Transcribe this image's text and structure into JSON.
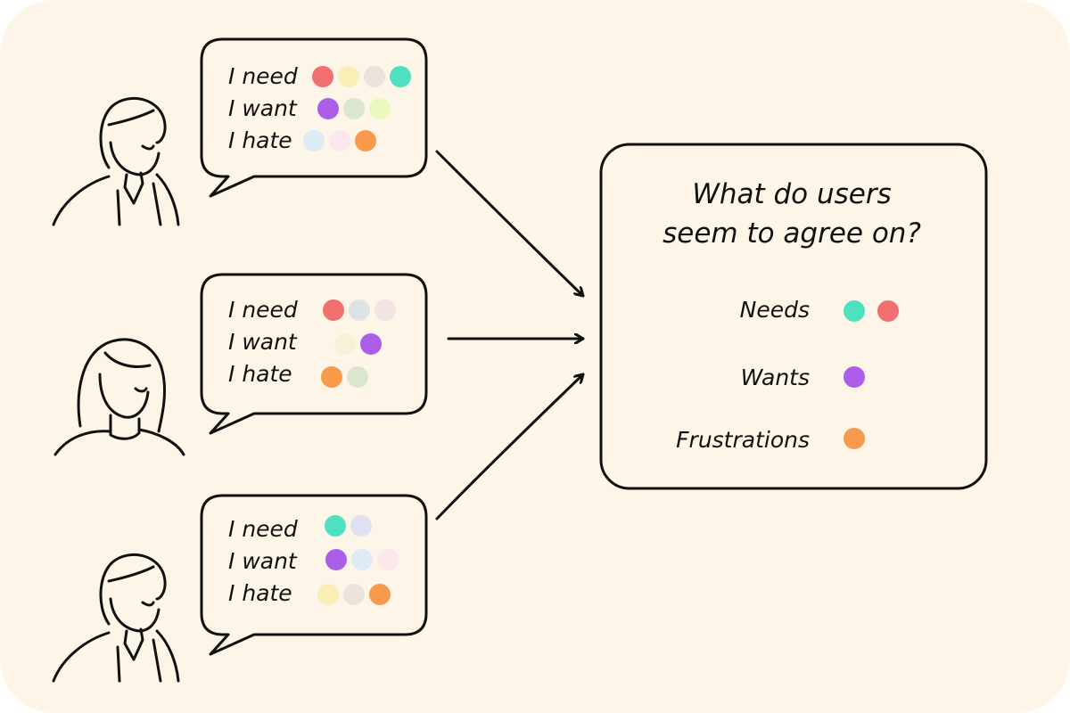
{
  "colors": {
    "background": "#fdf6e8",
    "stroke": "#111111",
    "red": "#f26f6f",
    "cream": "#f9eeb4",
    "beige": "#ece3dc",
    "teal": "#4fe0bf",
    "purple": "#ad5ee8",
    "sage": "#d9e8cc",
    "lime": "#eaf9bd",
    "lightblue": "#dcebf4",
    "pink": "#fbe7ec",
    "orange": "#f79a4b",
    "gray": "#dde2e5",
    "blush": "#f3e3e4",
    "ivory": "#f7f2d7",
    "lavender": "#dfe1f2"
  },
  "users": [
    {
      "avatar": "male-user-icon",
      "rows": [
        {
          "label": "I need",
          "dots": [
            "red",
            "cream",
            "beige",
            "teal"
          ]
        },
        {
          "label": "I want",
          "dots": [
            "purple",
            "sage",
            "lime"
          ]
        },
        {
          "label": "I hate",
          "dots": [
            "lightblue",
            "pink",
            "orange"
          ]
        }
      ]
    },
    {
      "avatar": "female-user-icon",
      "rows": [
        {
          "label": "I need",
          "dots": [
            "red",
            "gray",
            "blush"
          ]
        },
        {
          "label": "I want",
          "dots": [
            "ivory",
            "purple"
          ]
        },
        {
          "label": "I hate",
          "dots": [
            "orange",
            "sage"
          ]
        }
      ]
    },
    {
      "avatar": "male-user-icon",
      "rows": [
        {
          "label": "I need",
          "dots": [
            "teal",
            "lavender"
          ]
        },
        {
          "label": "I want",
          "dots": [
            "purple",
            "lightblue",
            "pink"
          ]
        },
        {
          "label": "I hate",
          "dots": [
            "cream",
            "beige",
            "orange"
          ]
        }
      ]
    }
  ],
  "summary": {
    "title_line1": "What do users",
    "title_line2": "seem to agree on?",
    "items": [
      {
        "label": "Needs",
        "dots": [
          "teal",
          "red"
        ]
      },
      {
        "label": "Wants",
        "dots": [
          "purple"
        ]
      },
      {
        "label": "Frustrations",
        "dots": [
          "orange"
        ]
      }
    ]
  }
}
